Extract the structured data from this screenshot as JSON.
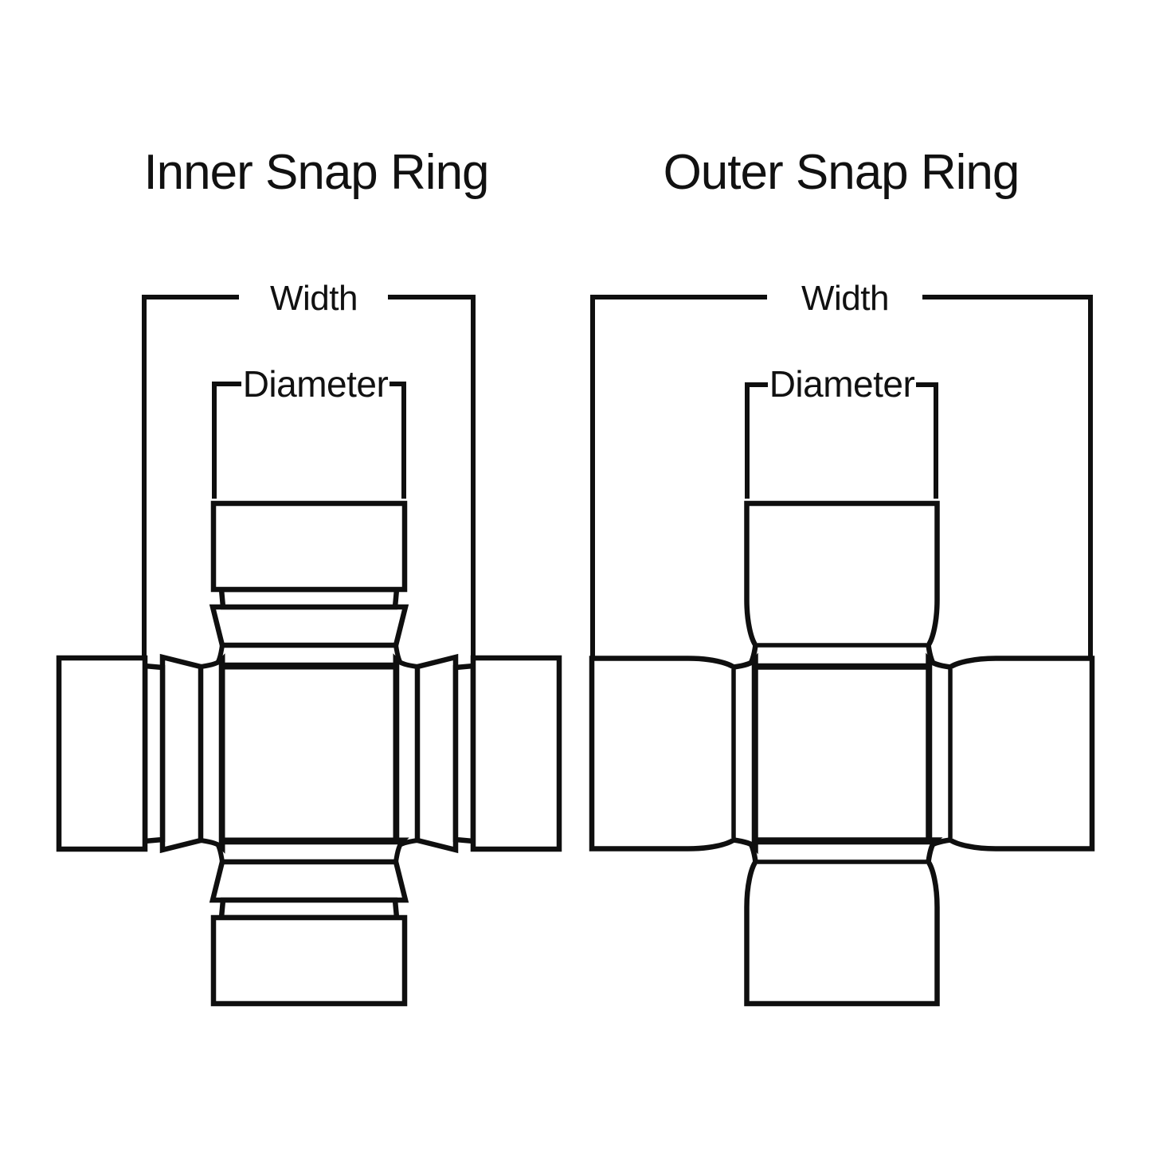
{
  "page": {
    "background": "#ffffff",
    "line_color": "#0f0f0f"
  },
  "diagrams": [
    {
      "id": "inner-snap-ring",
      "title": "Inner Snap Ring",
      "width_label": "Width",
      "diameter_label": "Diameter"
    },
    {
      "id": "outer-snap-ring",
      "title": "Outer Snap Ring",
      "width_label": "Width",
      "diameter_label": "Diameter"
    }
  ]
}
